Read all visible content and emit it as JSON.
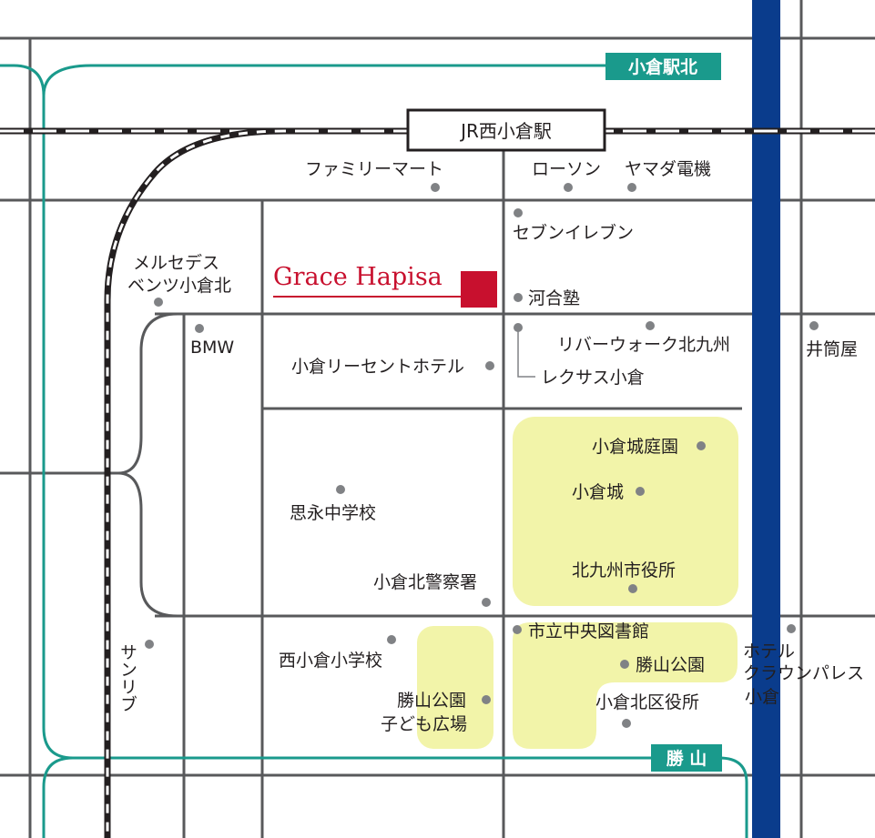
{
  "colors": {
    "road": "#58595b",
    "park": "#f2f4a9",
    "river": "#0a3c8c",
    "monorail": "#1a9a8c",
    "brand": "#c8102e",
    "rail": "#231f20",
    "dot": "#808285"
  },
  "station": {
    "label": "JR西小倉駅"
  },
  "stops": {
    "north": "小倉駅北",
    "south": "勝 山"
  },
  "brand": {
    "name": "Grace Hapisa"
  },
  "landmarks": {
    "familymart": "ファミリーマート",
    "lawson": "ローソン",
    "yamada": "ヤマダ電機",
    "seven": "セブンイレブン",
    "mercedes_1": "メルセデス",
    "mercedes_2": "ベンツ小倉北",
    "kawai": "河合塾",
    "bmw": "BMW",
    "recent_hotel": "小倉リーセントホテル",
    "riverwalk": "リバーウォーク北九州",
    "lexus": "レクサス小倉",
    "izutsuya": "井筒屋",
    "garden": "小倉城庭園",
    "castle": "小倉城",
    "shiyakusho": "北九州市役所",
    "shiei": "思永中学校",
    "police": "小倉北警察署",
    "library": "市立中央図書館",
    "katsuyama_park": "勝山公園",
    "nishikokura_school": "西小倉小学校",
    "park_kids_1": "勝山公園",
    "park_kids_2": "子ども広場",
    "kitaku": "小倉北区役所",
    "hotel_1": "ホテル",
    "hotel_2": "クラウンパレス",
    "hotel_3": "小倉",
    "sunlive": "サンリブ"
  }
}
